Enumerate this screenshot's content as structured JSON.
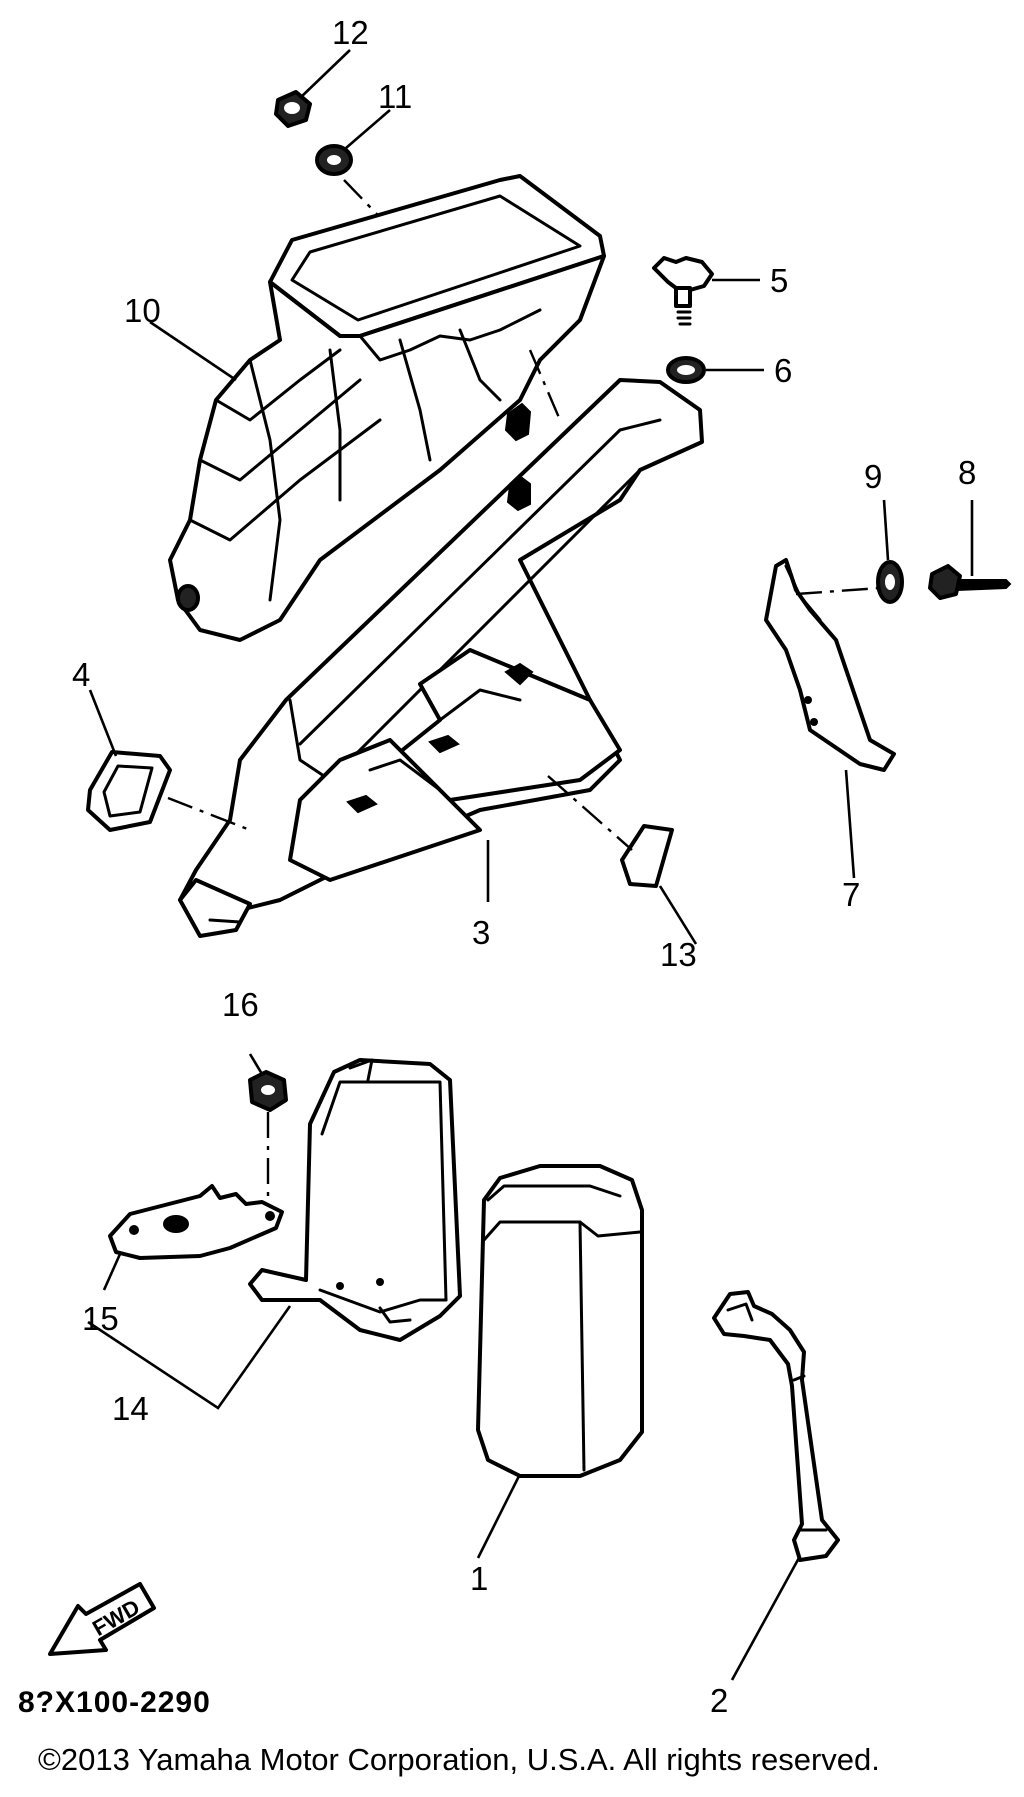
{
  "diagram": {
    "drawing_code": "8?X100-2290",
    "copyright": "©2013 Yamaha Motor Corporation, U.S.A. All rights reserved.",
    "fwd_label": "FWD",
    "callouts": {
      "c1": "1",
      "c2": "2",
      "c3": "3",
      "c4": "4",
      "c5": "5",
      "c6": "6",
      "c7": "7",
      "c8": "8",
      "c9": "9",
      "c10": "10",
      "c11": "11",
      "c12": "12",
      "c13": "13",
      "c14": "14",
      "c15": "15",
      "c16": "16"
    }
  }
}
